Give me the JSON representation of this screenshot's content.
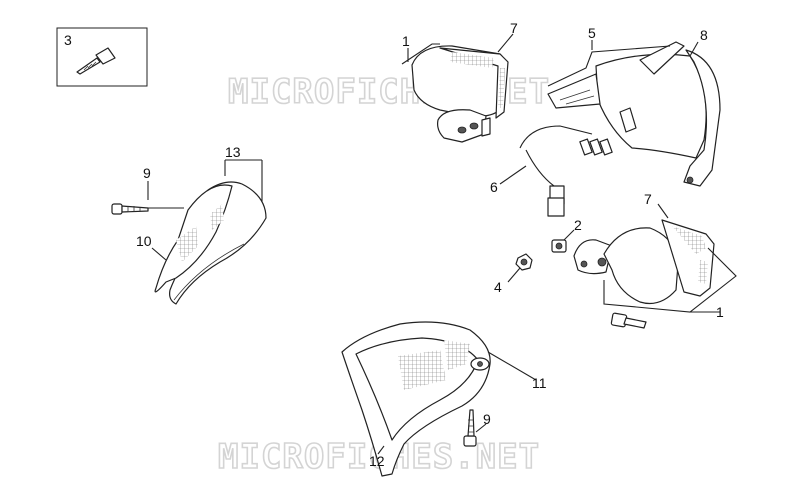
{
  "watermark": {
    "text": "MICROFICHES.NET"
  },
  "callouts": {
    "c1a": "1",
    "c7a": "7",
    "c5": "5",
    "c8": "8",
    "c3": "3",
    "c13": "13",
    "c9a": "9",
    "c10": "10",
    "c6": "6",
    "c2": "2",
    "c7b": "7",
    "c4": "4",
    "c1b": "1",
    "c11": "11",
    "c9b": "9",
    "c12": "12"
  },
  "parts": [
    "screw-3",
    "turn-indicator-front-left-1",
    "lens-7-top",
    "housing-5",
    "bracket-8",
    "wiring-6",
    "mudguard-13",
    "screw-9-left",
    "reflector-10",
    "spacer-2",
    "nut-4",
    "turn-indicator-rear-1",
    "lens-7-right",
    "cover-11",
    "screw-9-bottom",
    "fairing-12"
  ]
}
